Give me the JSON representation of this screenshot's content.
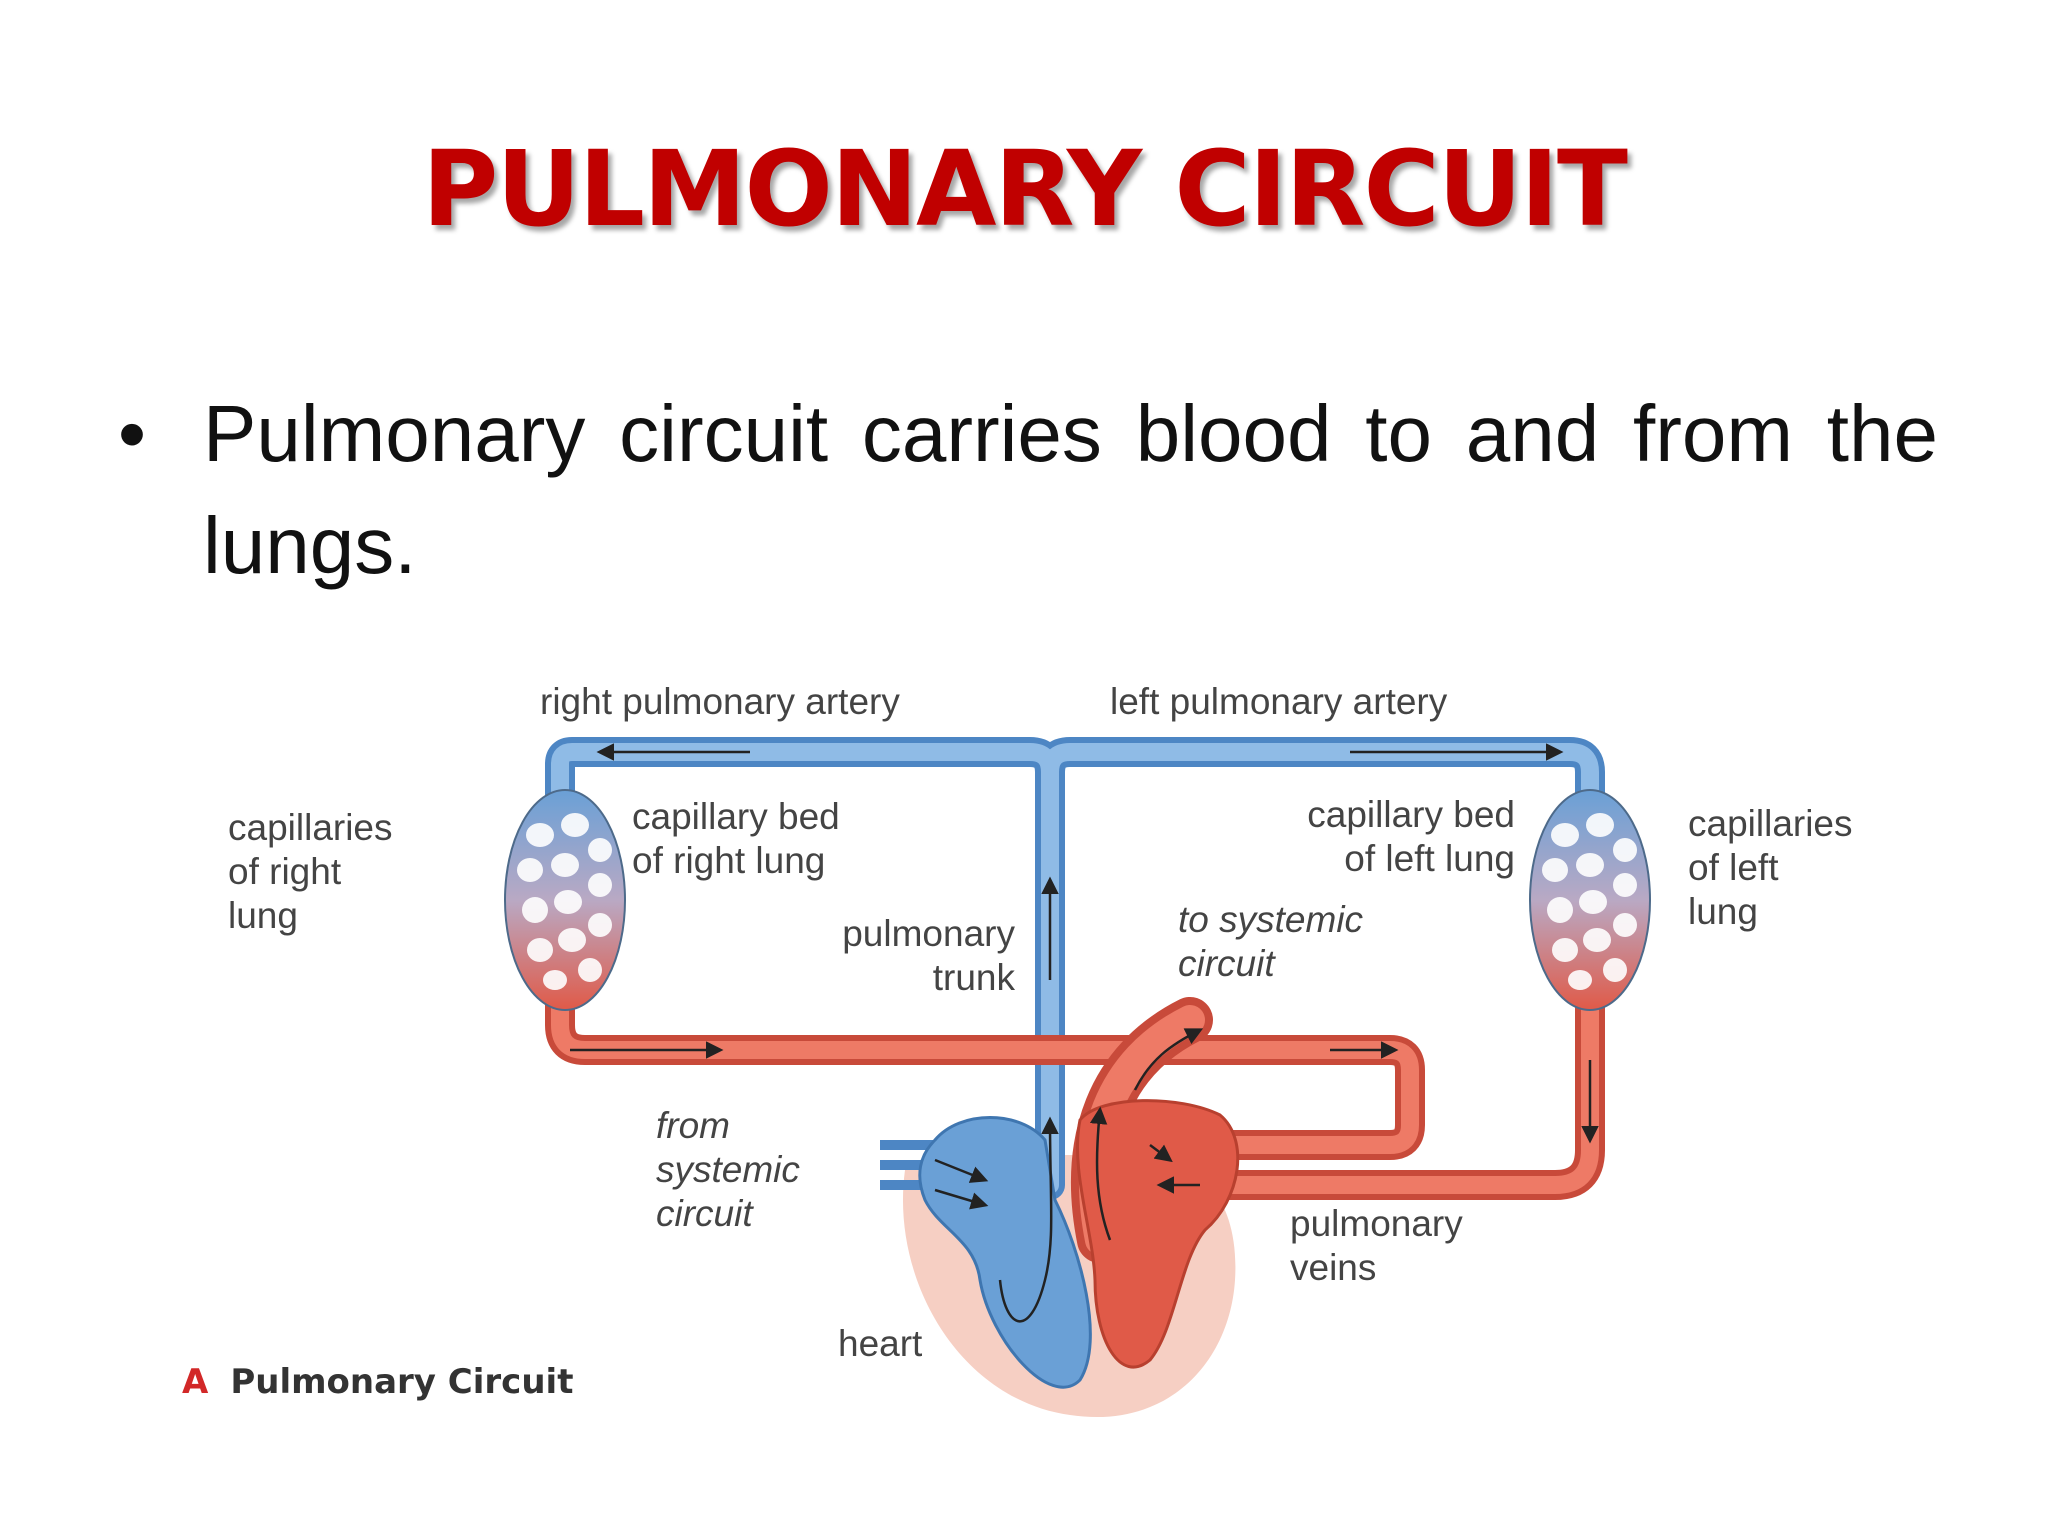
{
  "title": "PULMONARY CIRCUIT",
  "bullet": {
    "marker": "•",
    "text": "Pulmonary circuit carries blood to and from the lungs."
  },
  "diagram": {
    "labels": {
      "right_pulmonary_artery": "right pulmonary artery",
      "left_pulmonary_artery": "left pulmonary artery",
      "capillaries_right_lung": "capillaries\nof right\nlung",
      "capillary_bed_right_lung": "capillary bed\nof right lung",
      "capillary_bed_left_lung": "capillary bed\nof left lung",
      "capillaries_left_lung": "capillaries\nof left\nlung",
      "pulmonary_trunk": "pulmonary\ntrunk",
      "to_systemic_circuit": "to systemic\ncircuit",
      "from_systemic_circuit": "from\nsystemic\ncircuit",
      "pulmonary_veins": "pulmonary\nveins",
      "heart": "heart"
    },
    "caption_letter": "A",
    "caption": "Pulmonary Circuit",
    "colors": {
      "deoxygenated": "#6aa0d6",
      "oxygenated": "#e05a48",
      "title": "#c00000"
    }
  }
}
